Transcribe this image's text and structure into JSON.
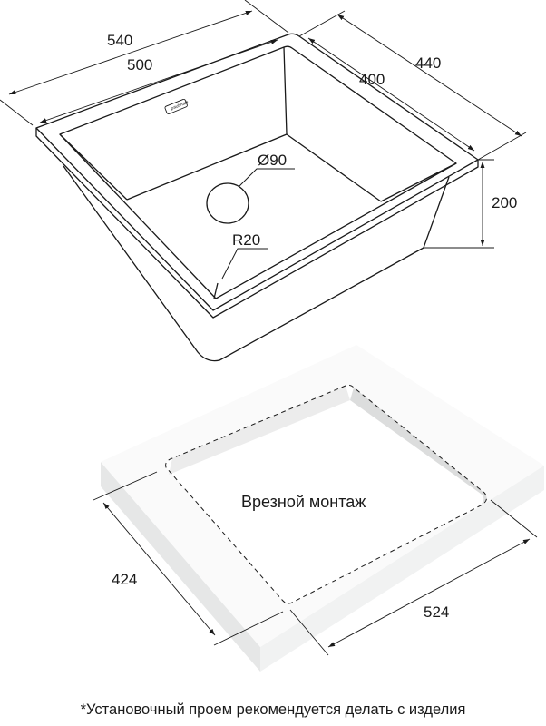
{
  "sink": {
    "brand_logo": "paulmark",
    "dimensions": {
      "outer_width": "540",
      "inner_width": "500",
      "outer_depth": "440",
      "inner_depth": "400",
      "height": "200",
      "drain": "Ø90",
      "radius": "R20"
    }
  },
  "cutout": {
    "label": "Врезной монтаж",
    "depth": "424",
    "width": "524"
  },
  "footnote": "*Установочный проем рекомендуется делать с изделия",
  "colors": {
    "line": "#1a1a1a",
    "countertop_top": "#ffffff",
    "countertop_side": "#e6e7e7",
    "countertop_front": "#f1f2f2",
    "cutout_wall": "#dcdddd"
  }
}
